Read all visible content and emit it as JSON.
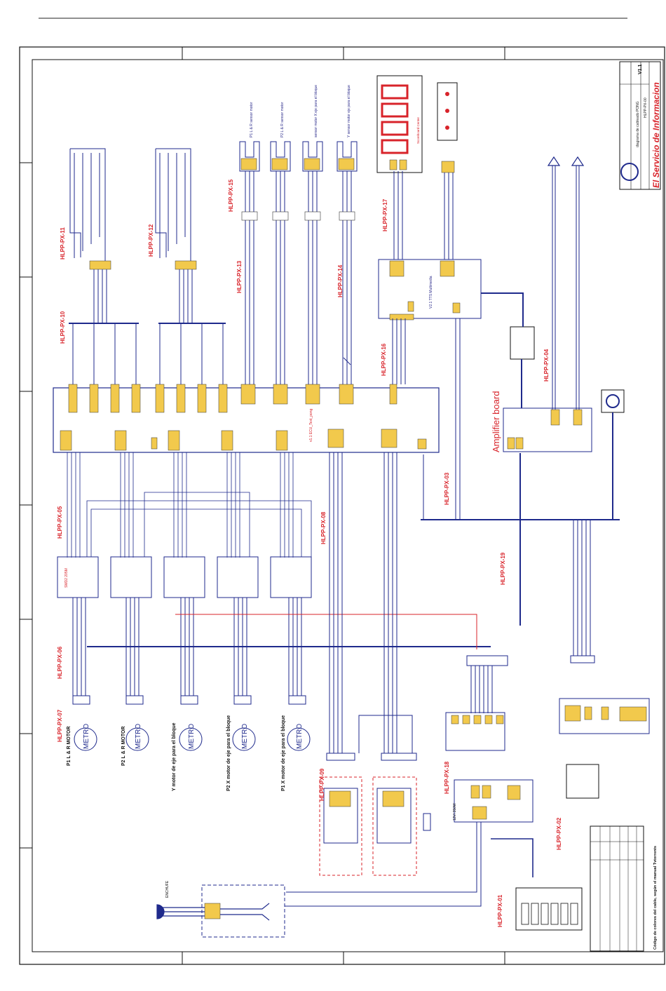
{
  "title_block": {
    "title": "diagrama de cableado PONG",
    "code": "HLPP-PX-00",
    "version": "V1.1",
    "brand": "El Servicio de Informacion"
  },
  "amplifier_label": "Amplifier board",
  "bottom_table_label": "Código de colores del cable, según el manual Tvtorrents",
  "harness_labels": [
    "HLPP-PX-01",
    "HLPP-PX-02",
    "HLPP-PX-03",
    "HLPP-PX-04",
    "HLPP-PX-05",
    "HLPP-PX-06",
    "HLPP-PX-07",
    "HLPP-PX-08",
    "HLPP-PX-09",
    "HLPP-PX-10",
    "HLPP-PX-11",
    "HLPP-PX-12",
    "HLPP-PX-13",
    "HLPP-PX-14",
    "HLPP-PX-15",
    "HLPP-PX-16",
    "HLPP-PX-17",
    "HLPP-PX-18",
    "HLPP-PX-19"
  ],
  "motors": [
    {
      "caption": "P1 L & R MOTOR",
      "badge": "METRO"
    },
    {
      "caption": "P2 L & R MOTOR",
      "badge": "METRO"
    },
    {
      "caption": "Y motor de eje para el bloque",
      "badge": "METRO"
    },
    {
      "caption": "P2 X motor de eje para el bloque",
      "badge": "METRO"
    },
    {
      "caption": "P1 X motor de eje para el bloque",
      "badge": "METRO"
    }
  ],
  "sensors": [
    "P1 L & R sensor motor",
    "P2 L & R sensor motor",
    "sensor motor X eje para el bloque",
    "Y sensor motor eje para el bloque"
  ],
  "misc_labels": {
    "scoreboard": "Scoreboard Center",
    "plug": "ENCHUFE",
    "supply": "12V/ 350W",
    "main_board": "v1.1 ECU_Text_pong",
    "multimedia": "V2.1 TTS Multimedia"
  },
  "colors": {
    "wire_blue": "#1f2a8c",
    "wire_red": "#d8232a",
    "connector_fill": "#f2c94c",
    "ink": "#111111"
  }
}
